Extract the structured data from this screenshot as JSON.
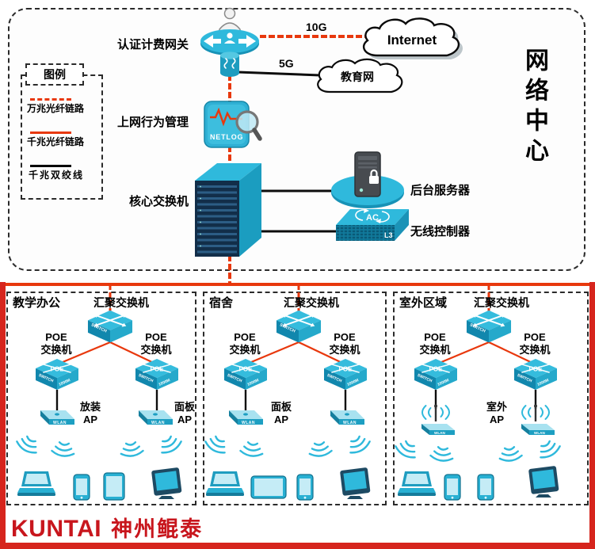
{
  "colors": {
    "line-red": "#e8380d",
    "frame-red": "#d6251d",
    "logo-red": "#c8161d",
    "cyan": "#2fb9dc"
  },
  "top": {
    "region_title": "网络中心",
    "legend": {
      "title": "图例",
      "items": [
        {
          "label": "万兆光纤链路",
          "style": "red-dashed"
        },
        {
          "label": "千兆光纤链路",
          "style": "red-solid"
        },
        {
          "label": "千兆双绞线",
          "style": "black-solid"
        }
      ]
    },
    "gateway_label": "认证计费网关",
    "internet_label": "Internet",
    "edu_label": "教育网",
    "link_10g": "10G",
    "link_5g": "5G",
    "behavior_label": "上网行为管理",
    "netlog_label": "NETLOG",
    "core_label": "核心交换机",
    "server_label": "后台服务器",
    "ac_label": "无线控制器"
  },
  "icons": {
    "switch": "SWITCH",
    "poe": "POE",
    "speed": "1000M",
    "wlan": "WLAN",
    "ac": "AC",
    "l3": "L3"
  },
  "zones": [
    {
      "title": "教学办公",
      "agg_label": "汇聚交换机",
      "poe_left": "POE\n交换机",
      "poe_right": "POE\n交换机",
      "ap_left_label": "放装\nAP",
      "ap_right_label": "面板\nAP"
    },
    {
      "title": "宿舍",
      "agg_label": "汇聚交换机",
      "poe_left": "POE\n交换机",
      "poe_right": "POE\n交换机",
      "ap_label": "面板\nAP"
    },
    {
      "title": "室外区域",
      "agg_label": "汇聚交换机",
      "poe_left": "POE\n交换机",
      "poe_right": "POE\n交换机",
      "ap_label": "室外\nAP"
    }
  ],
  "footer": {
    "logo_en": "KUNTAI",
    "logo_cn": "神州鲲泰"
  }
}
